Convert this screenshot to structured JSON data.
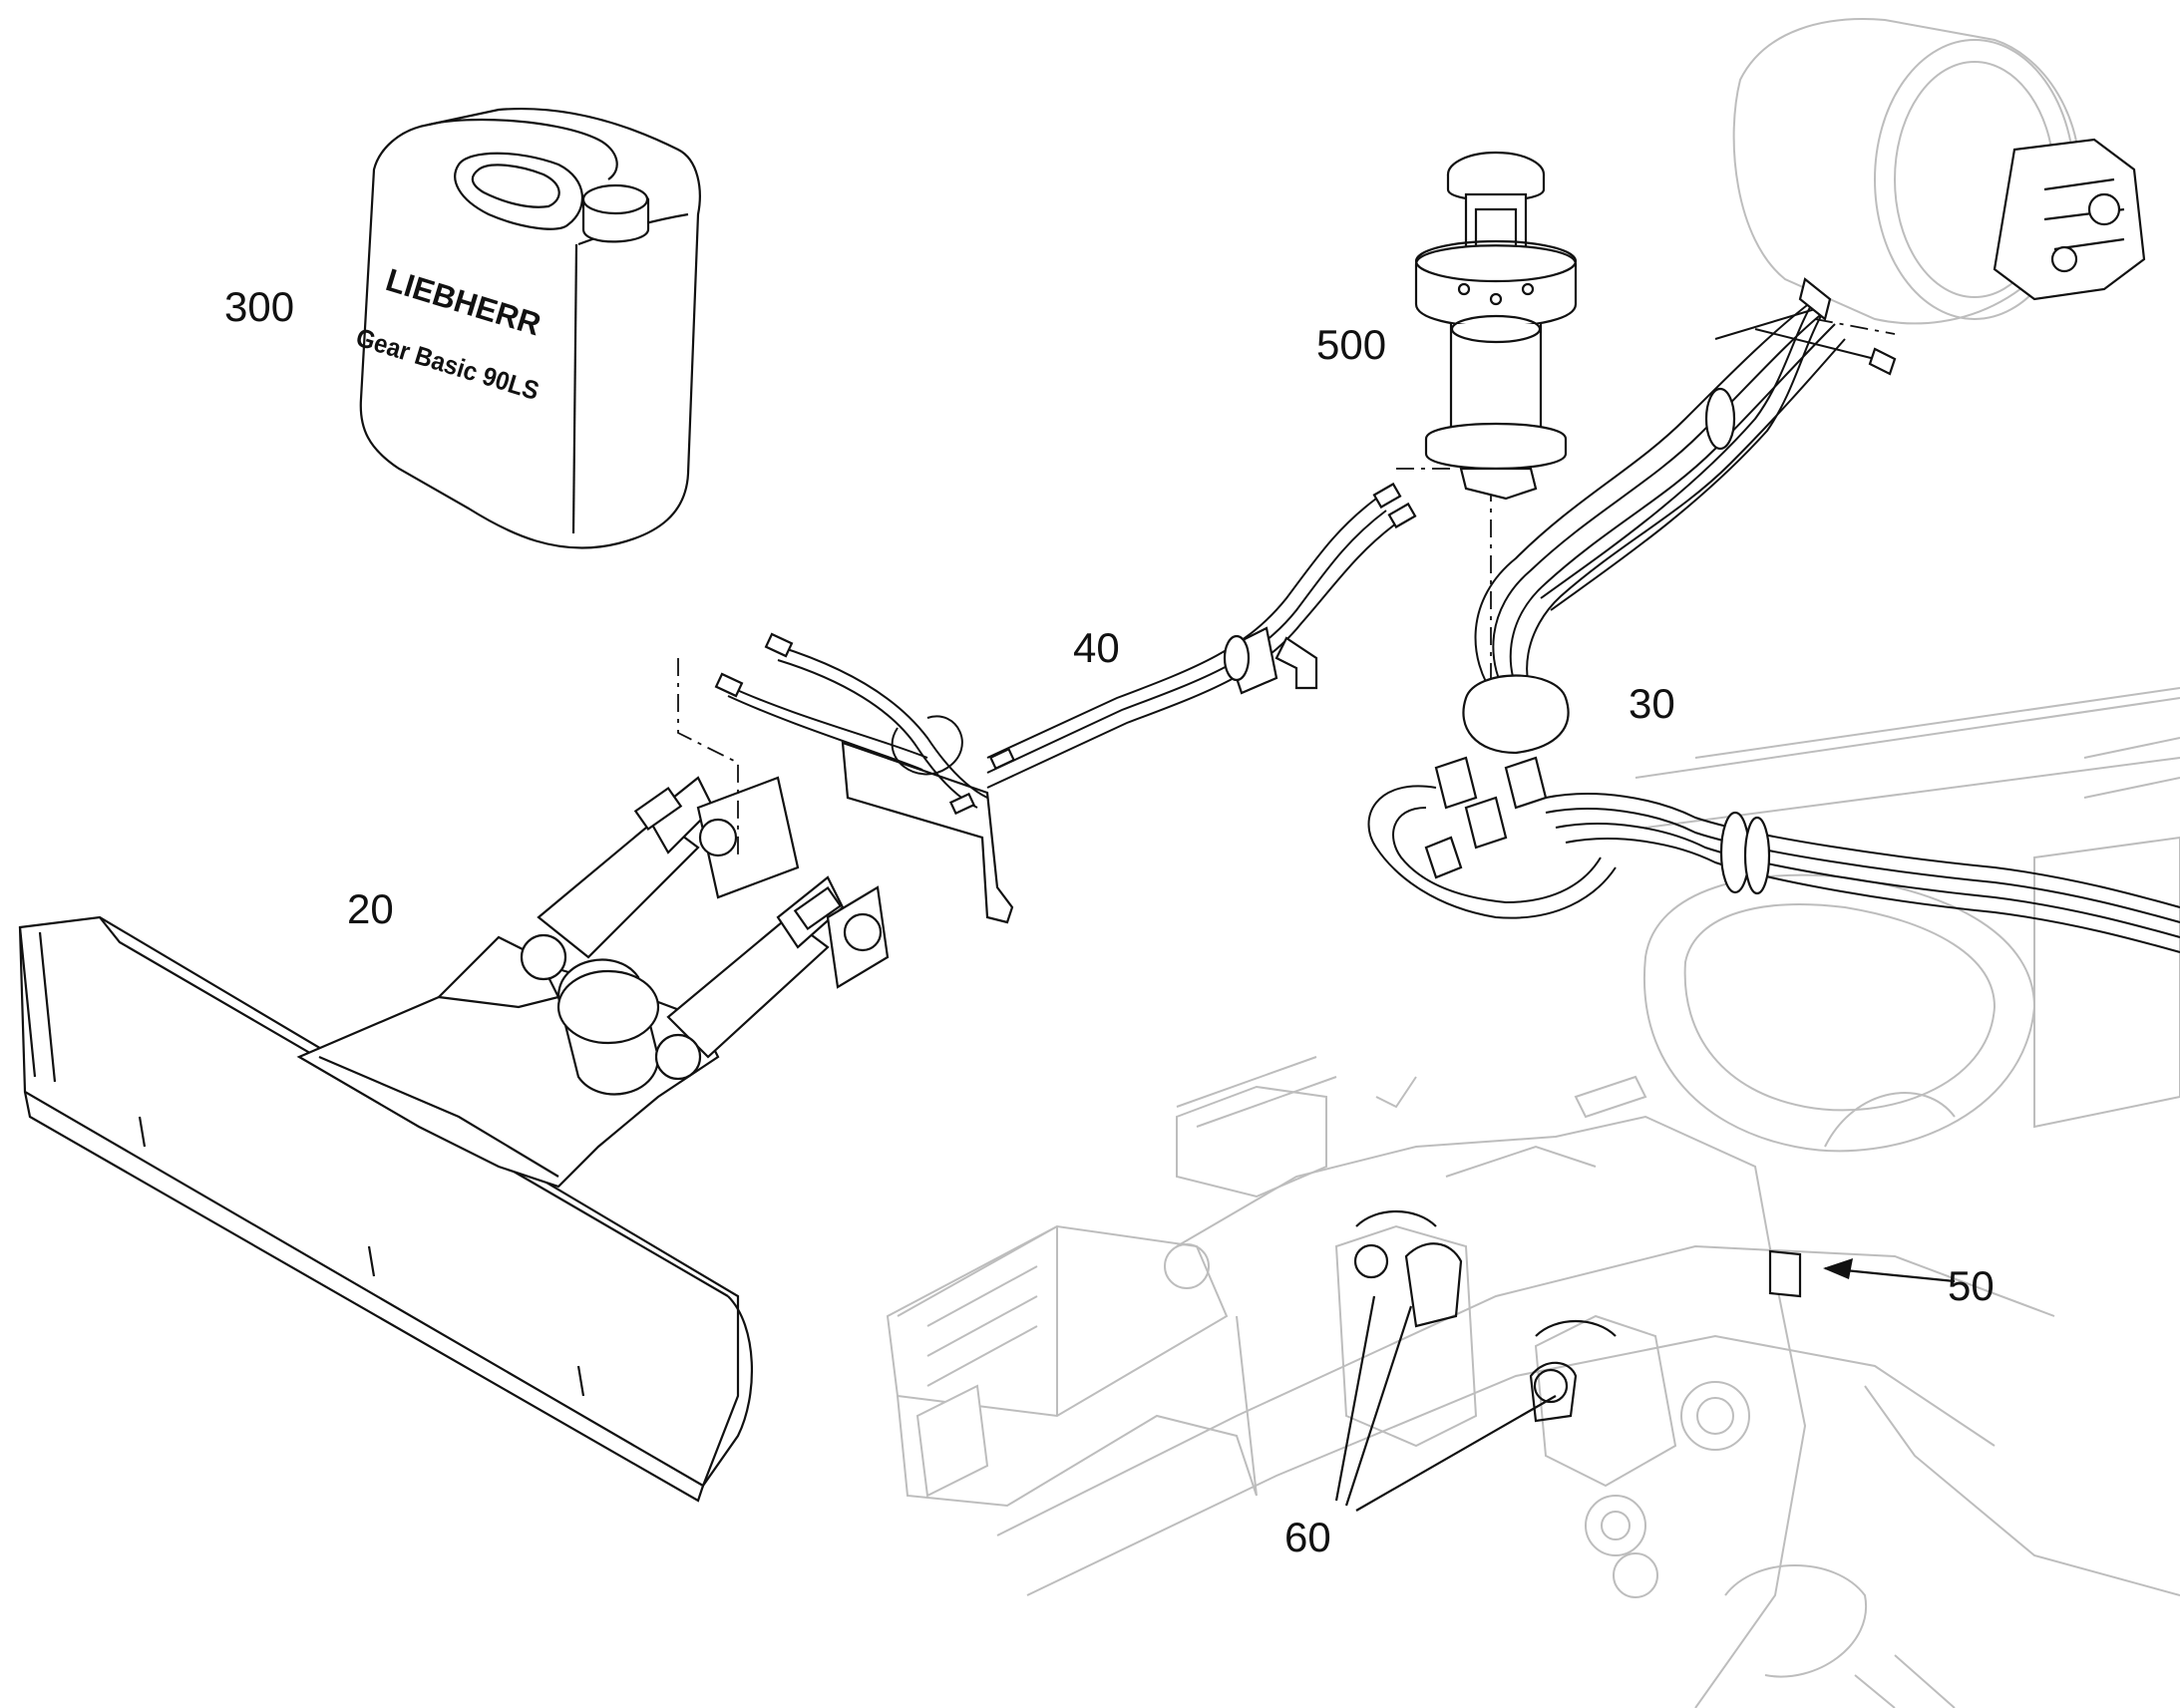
{
  "callouts": {
    "c20": "20",
    "c30": "30",
    "c40": "40",
    "c50": "50",
    "c60": "60",
    "c300": "300",
    "c500": "500"
  },
  "jug": {
    "brand": "LIEBHERR",
    "product": "Gear Basic 90LS"
  },
  "colors": {
    "line": "#111111",
    "background_part": "#bdbdbd",
    "background": "#ffffff"
  }
}
